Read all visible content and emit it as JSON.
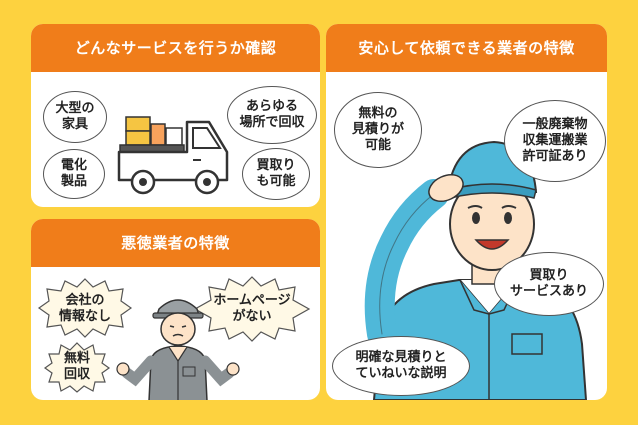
{
  "panels": {
    "services": {
      "title": "どんなサービスを行うか確認",
      "bubbles": {
        "large_furniture": "大型の\n家具",
        "appliances": "電化\n製品",
        "anywhere": "あらゆる\n場所で回収",
        "buyback": "買取り\nも可能"
      }
    },
    "bad": {
      "title": "悪徳業者の特徴",
      "bubbles": {
        "no_company_info": "会社の\n情報なし",
        "no_homepage": "ホームページ\nがない",
        "free_collection": "無料\n回収"
      }
    },
    "good": {
      "title": "安心して依頼できる業者の特徴",
      "bubbles": {
        "free_estimate": "無料の\n見積りが\n可能",
        "license": "一般廃棄物\n収集運搬業\n許可証あり",
        "buyback_service": "買取り\nサービスあり",
        "clear_estimate": "明確な見積りと\nていねいな説明"
      }
    }
  },
  "colors": {
    "background": "#fdd23f",
    "header": "#f07d1a",
    "truck": "#ffffff",
    "uniform": "#4fb8d9"
  }
}
